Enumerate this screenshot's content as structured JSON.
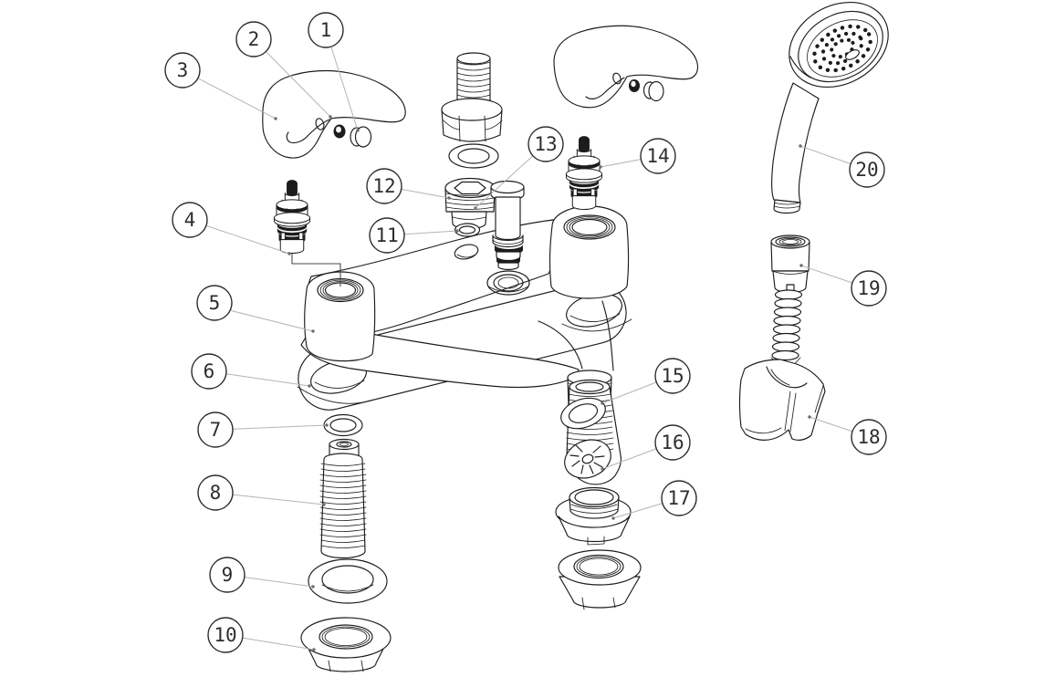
{
  "diagram": {
    "kind": "exploded-parts-technical-drawing",
    "subject": "bath-shower-mixer-tap-with-handset",
    "background": "#ffffff",
    "line_color": "#1c1c1c",
    "leader_color": "#b4b4b4",
    "callout_text_color": "#2d2d2d",
    "callouts": [
      {
        "label": "1"
      },
      {
        "label": "2"
      },
      {
        "label": "3"
      },
      {
        "label": "4"
      },
      {
        "label": "5"
      },
      {
        "label": "6"
      },
      {
        "label": "7"
      },
      {
        "label": "8"
      },
      {
        "label": "9"
      },
      {
        "label": "10"
      },
      {
        "label": "11"
      },
      {
        "label": "12"
      },
      {
        "label": "13"
      },
      {
        "label": "14"
      },
      {
        "label": "15"
      },
      {
        "label": "16"
      },
      {
        "label": "17"
      },
      {
        "label": "18"
      },
      {
        "label": "19"
      },
      {
        "label": "20"
      }
    ]
  }
}
